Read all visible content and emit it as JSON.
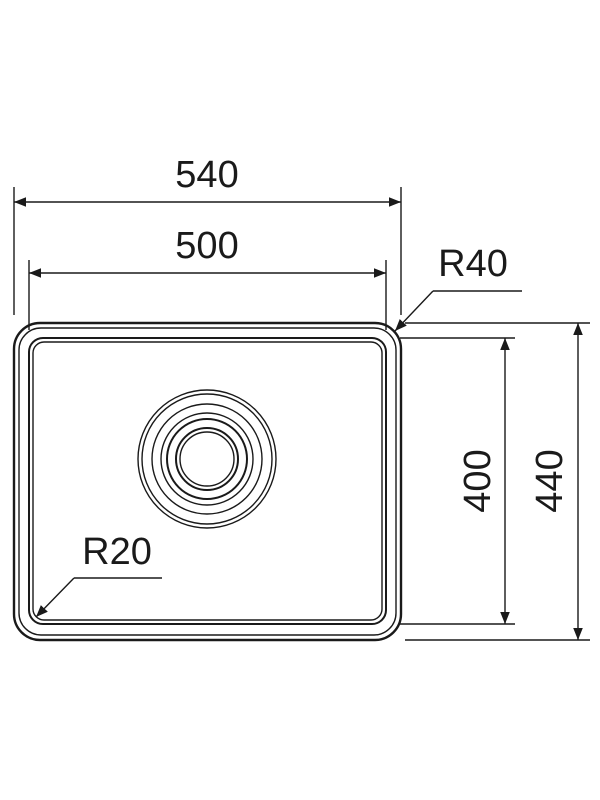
{
  "dimensions": {
    "outer_width": "540",
    "inner_width": "500",
    "inner_height": "400",
    "outer_height": "440",
    "outer_radius": "R40",
    "inner_radius": "R20"
  }
}
